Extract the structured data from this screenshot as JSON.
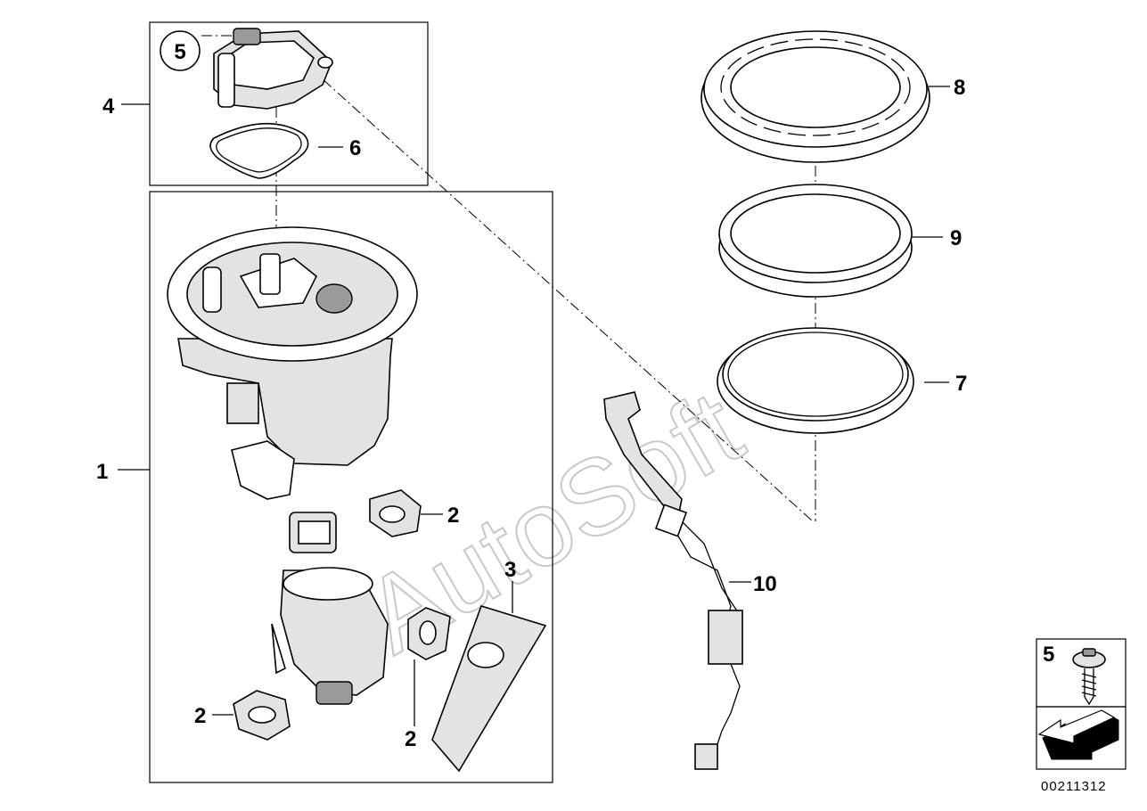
{
  "labels": {
    "p1": "1",
    "p2a": "2",
    "p2b": "2",
    "p2c": "2",
    "p3": "3",
    "p4": "4",
    "p5": "5",
    "p6": "6",
    "p7": "7",
    "p8": "8",
    "p9": "9",
    "p10": "10",
    "legend5": "5"
  },
  "reference_number": "00211312",
  "watermark": "AutoSoft"
}
